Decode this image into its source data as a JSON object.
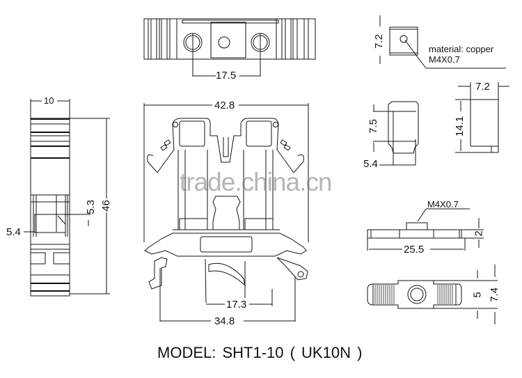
{
  "drawing": {
    "title": "MODEL:  SHT1-10  ( UK10N )",
    "watermark": "trade.china.cn",
    "top_view": {
      "dim_screw_spacing": "17.5"
    },
    "side_view": {
      "dim_width": "10",
      "dim_height": "46",
      "dim_opening_height": "5.3",
      "dim_opening_width": "5.4"
    },
    "front_view": {
      "dim_total_width": "42.8",
      "dim_inner_foot": "17.3",
      "dim_foot_span": "34.8"
    },
    "clamp_top": {
      "dim_height": "7.2",
      "material": "material: copper",
      "thread": "M4X0.7"
    },
    "clamp_front": {
      "dim_height": "7.5",
      "dim_width": "5.4"
    },
    "clamp_side": {
      "dim_width": "7.2",
      "dim_height": "14.1"
    },
    "bar_side": {
      "thread": "M4X0.7",
      "dim_thickness": "2",
      "dim_length": "25.5"
    },
    "bar_top": {
      "dim_inner": "5",
      "dim_outer": "7.4"
    }
  }
}
